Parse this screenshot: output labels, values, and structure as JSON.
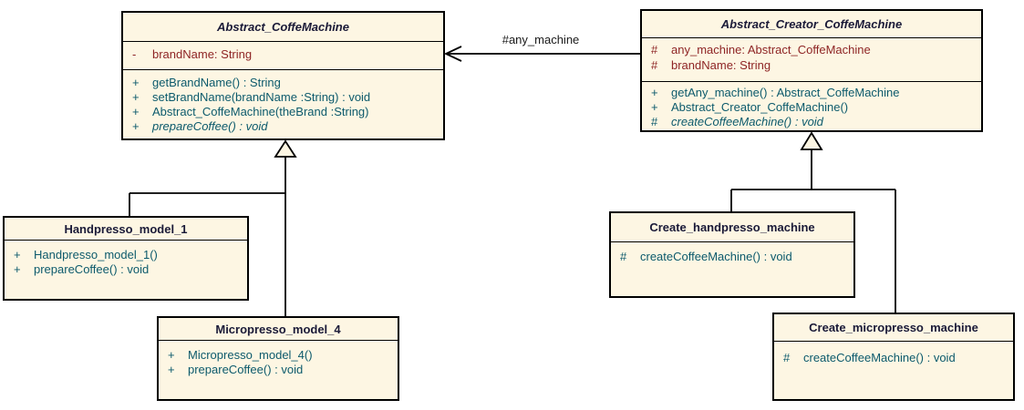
{
  "diagram": {
    "type": "uml-class-diagram",
    "background_color": "#ffffff",
    "node_fill_color": "#fdf6e3",
    "node_border_color": "#000000",
    "title_text_color": "#1a1a38",
    "attribute_text_color": "#8e2525",
    "method_text_color": "#0c5a6c"
  },
  "classes": [
    {
      "name": "Abstract_CoffeMachine",
      "abstract": true,
      "attributes": [
        {
          "visibility": "-",
          "text": "brandName: String"
        }
      ],
      "methods": [
        {
          "visibility": "+",
          "text": "getBrandName() : String"
        },
        {
          "visibility": "+",
          "text": "setBrandName(brandName :String) : void"
        },
        {
          "visibility": "+",
          "text": "Abstract_CoffeMachine(theBrand :String)"
        },
        {
          "visibility": "+",
          "text": "prepareCoffee() : void",
          "abstract": true
        }
      ]
    },
    {
      "name": "Abstract_Creator_CoffeMachine",
      "abstract": true,
      "attributes": [
        {
          "visibility": "#",
          "text": "any_machine: Abstract_CoffeMachine"
        },
        {
          "visibility": "#",
          "text": "brandName: String"
        }
      ],
      "methods": [
        {
          "visibility": "+",
          "text": "getAny_machine() : Abstract_CoffeMachine"
        },
        {
          "visibility": "+",
          "text": "Abstract_Creator_CoffeMachine()"
        },
        {
          "visibility": "#",
          "text": "createCoffeeMachine() : void",
          "abstract": true
        }
      ]
    },
    {
      "name": "Handpresso_model_1",
      "abstract": false,
      "attributes": [],
      "methods": [
        {
          "visibility": "+",
          "text": "Handpresso_model_1()"
        },
        {
          "visibility": "+",
          "text": "prepareCoffee() : void"
        }
      ]
    },
    {
      "name": "Micropresso_model_4",
      "abstract": false,
      "attributes": [],
      "methods": [
        {
          "visibility": "+",
          "text": "Micropresso_model_4()"
        },
        {
          "visibility": "+",
          "text": "prepareCoffee() : void"
        }
      ]
    },
    {
      "name": "Create_handpresso_machine",
      "abstract": false,
      "attributes": [],
      "methods": [
        {
          "visibility": "#",
          "text": "createCoffeeMachine() : void"
        }
      ]
    },
    {
      "name": "Create_micropresso_machine",
      "abstract": false,
      "attributes": [],
      "methods": [
        {
          "visibility": "#",
          "text": "createCoffeeMachine() : void"
        }
      ]
    }
  ],
  "relationships": {
    "association": {
      "from": "Abstract_Creator_CoffeMachine",
      "to": "Abstract_CoffeMachine",
      "label": "#any_machine",
      "arrow": "open"
    },
    "generalizations": [
      {
        "from": "Handpresso_model_1",
        "to": "Abstract_CoffeMachine"
      },
      {
        "from": "Micropresso_model_4",
        "to": "Abstract_CoffeMachine"
      },
      {
        "from": "Create_handpresso_machine",
        "to": "Abstract_Creator_CoffeMachine"
      },
      {
        "from": "Create_micropresso_machine",
        "to": "Abstract_Creator_CoffeMachine"
      }
    ]
  }
}
